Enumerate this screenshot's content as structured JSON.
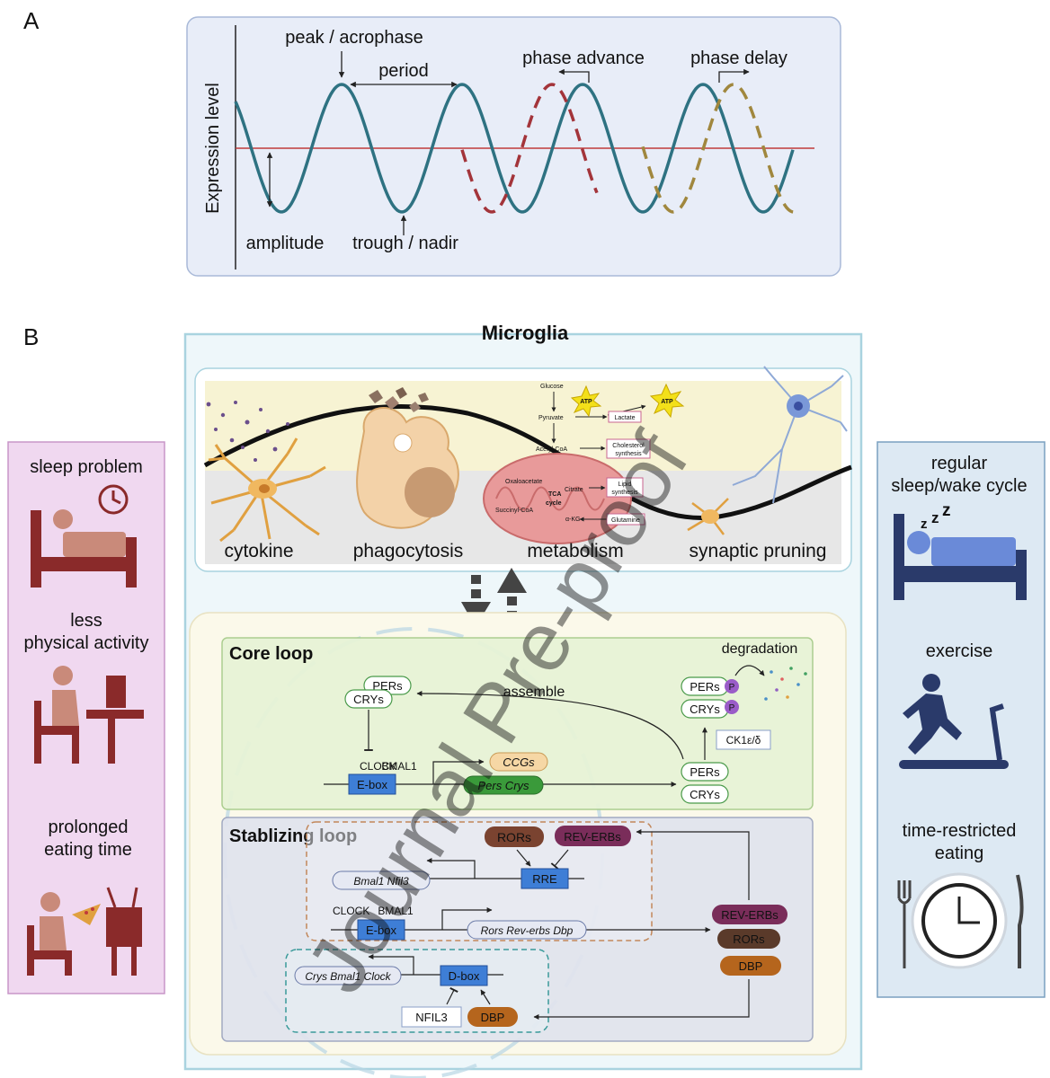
{
  "panel_a": {
    "letter": "A",
    "y_axis_label": "Expression level",
    "annotations": {
      "peak": "peak / acrophase",
      "period": "period",
      "phase_advance": "phase advance",
      "phase_delay": "phase delay",
      "amplitude": "amplitude",
      "trough": "trough / nadir"
    },
    "colors": {
      "wave": "#2e7282",
      "advance": "#a3343a",
      "delay": "#a0873e",
      "midline": "#c03b3b"
    }
  },
  "panel_b": {
    "letter": "B",
    "title": "Microglia",
    "functions": [
      "cytokine",
      "phagocytosis",
      "metabolism",
      "synaptic pruning"
    ],
    "metabolism": {
      "glucose": "Glucose",
      "pyruvate": "Pyruvate",
      "acetyl_coa": "Acetyl-CoA",
      "oxaloacetate": "Oxaloacetate",
      "citrate": "Citrate",
      "tca": "TCA",
      "cycle": "cycle",
      "succinyl_coa": "Succinyl-CoA",
      "akg": "α-KG",
      "atp": "ATP",
      "lactate": "Lactate",
      "cholesterol_1": "Cholesterol",
      "cholesterol_2": "synthesis",
      "lipid_1": "Lipid",
      "lipid_2": "synthesis",
      "glutamine": "Glutamine"
    },
    "core_loop": {
      "title": "Core loop",
      "pers": "PERs",
      "crys": "CRYs",
      "assemble": "assemble",
      "degradation": "degradation",
      "p": "P",
      "kinase": "CK1ε/δ",
      "clock": "CLOCK",
      "bmal1": "BMAL1",
      "ebox": "E-box",
      "ccgs": "CCGs",
      "pers_crys": "Pers Crys"
    },
    "stabilizing_loop": {
      "title": "Stablizing loop",
      "rors": "RORs",
      "rev_erbs": "REV-ERBs",
      "rre": "RRE",
      "bmal1_nfil3": "Bmal1 Nfil3",
      "clock": "CLOCK",
      "bmal1": "BMAL1",
      "ebox": "E-box",
      "rors_rev_dbp": "Rors Rev-erbs Dbp",
      "dbox": "D-box",
      "crys_bmal1_clock": "Crys Bmal1 Clock",
      "nfil3": "NFIL3",
      "dbp": "DBP"
    },
    "outputs": [
      "REV-ERBs",
      "RORs",
      "DBP"
    ]
  },
  "disruptors": [
    "sleep problem",
    "less\nphysical activity",
    "prolonged\neating time"
  ],
  "protectors": [
    "regular\nsleep/wake cycle",
    "exercise",
    "time-restricted\neating"
  ],
  "watermark": "Journal Pre-proof"
}
